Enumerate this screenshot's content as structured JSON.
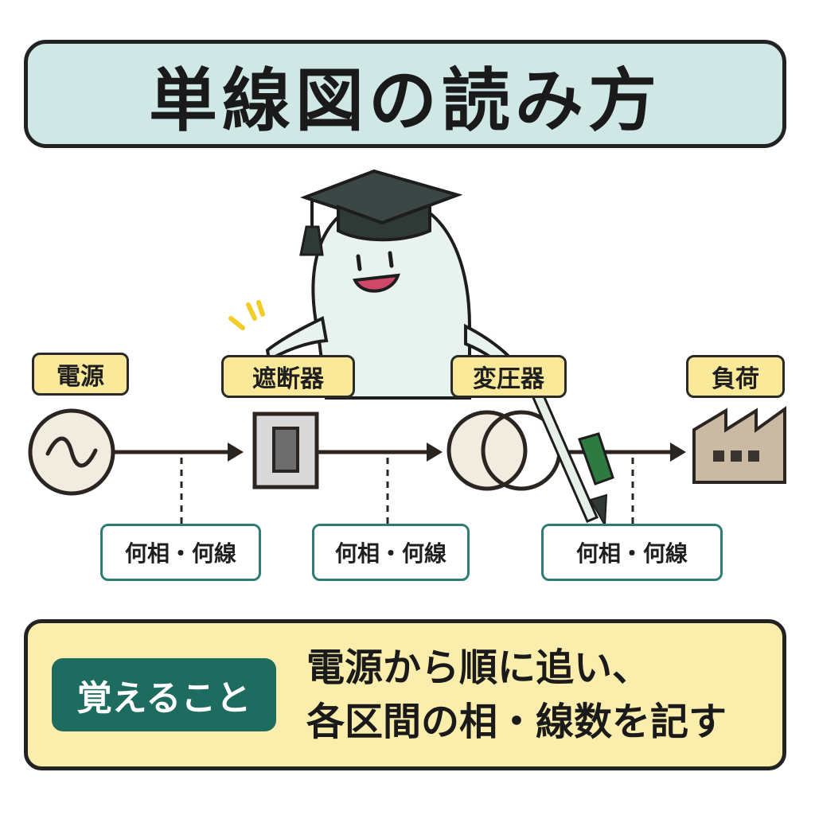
{
  "title": "単線図の読み方",
  "components": {
    "source": "電源",
    "breaker": "遮断器",
    "transformer": "変圧器",
    "load": "負荷"
  },
  "segments": [
    {
      "label": "何相・何線"
    },
    {
      "label": "何相・何線"
    },
    {
      "label": "何相・何線"
    }
  ],
  "summary": {
    "badge": "覚えること",
    "line1": "電源から順に追い、",
    "line2": "各区間の相・線数を記す"
  },
  "colors": {
    "title_bg": "#cfe7e5",
    "tag_bg": "#fbe99a",
    "segment_border": "#2f7c74",
    "summary_bg": "#fbeeac",
    "badge_bg": "#1e6b60"
  }
}
